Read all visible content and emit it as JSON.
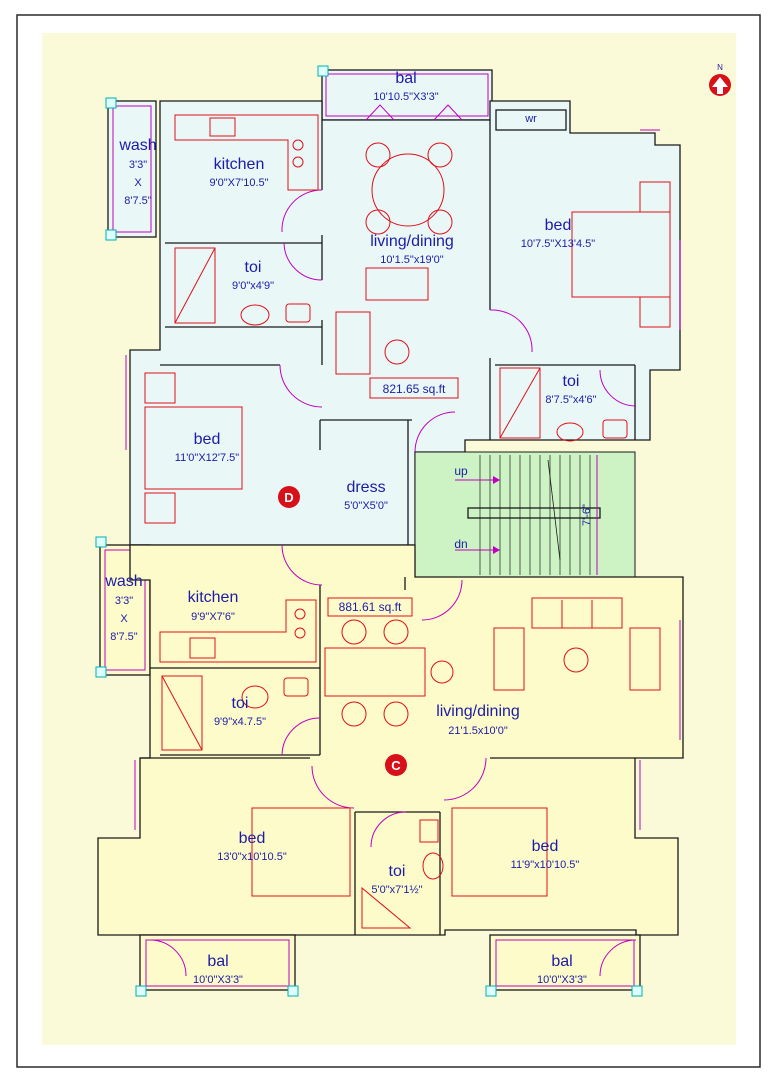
{
  "upper_unit": {
    "marker": "D",
    "area": "821.65 sq.ft",
    "rooms": {
      "bal": {
        "name": "bal",
        "dim": "10'10.5\"X3'3\""
      },
      "wr": {
        "name": "wr"
      },
      "wash": {
        "name": "wash",
        "dim_a": "3'3\"",
        "dim_x": "X",
        "dim_b": "8'7.5\""
      },
      "kitchen": {
        "name": "kitchen",
        "dim": "9'0\"X7'10.5\""
      },
      "living": {
        "name": "living/dining",
        "dim": "10'1.5\"x19'0\""
      },
      "bed_right": {
        "name": "bed",
        "dim": "10'7.5\"X13'4.5\""
      },
      "toi_left": {
        "name": "toi",
        "dim": "9'0\"x4'9\""
      },
      "toi_right": {
        "name": "toi",
        "dim": "8'7.5\"x4'6\""
      },
      "bed_left": {
        "name": "bed",
        "dim": "11'0\"X12'7.5\""
      },
      "dress": {
        "name": "dress",
        "dim": "5'0\"X5'0\""
      }
    }
  },
  "stair": {
    "up": "up",
    "dn": "dn",
    "dim": "7'-6\""
  },
  "lower_unit": {
    "marker": "C",
    "area": "881.61 sq.ft",
    "rooms": {
      "wash": {
        "name": "wash",
        "dim_a": "3'3\"",
        "dim_x": "X",
        "dim_b": "8'7.5\""
      },
      "kitchen": {
        "name": "kitchen",
        "dim": "9'9\"X7'6\""
      },
      "toi_top": {
        "name": "toi",
        "dim": "9'9\"x4.7.5\""
      },
      "living": {
        "name": "living/dining",
        "dim": "21'1.5x10'0\""
      },
      "bed_left": {
        "name": "bed",
        "dim": "13'0\"x10'10.5\""
      },
      "toi_mid": {
        "name": "toi",
        "dim": "5'0\"x7'1½\""
      },
      "bed_right": {
        "name": "bed",
        "dim": "11'9\"x10'10.5\""
      },
      "bal_left": {
        "name": "bal",
        "dim": "10'0\"X3'3\""
      },
      "bal_right": {
        "name": "bal",
        "dim": "10'0\"X3'3\""
      }
    }
  },
  "north": {
    "label": "N"
  },
  "colors": {
    "upper_fill": "#e9f7f7",
    "lower_fill": "#fdfbc9",
    "stair_fill": "#cdf3c4",
    "sheet_fill": "#fbfad8",
    "furniture": "#e0101a",
    "text": "#1c1ca8",
    "marker": "#d8101a"
  }
}
